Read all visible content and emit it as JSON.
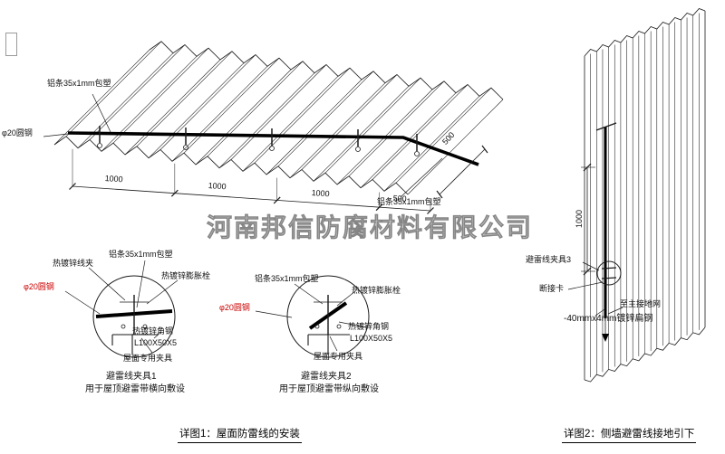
{
  "watermark": "河南邦信防腐材料有限公司",
  "colors": {
    "line_color": "#1a1a1a",
    "red_accent": "#cc0000",
    "watermark_gray": "#919191"
  },
  "roof": {
    "label_strip_top": "铝条35x1mm包塑",
    "label_round_steel": "φ20圆钢",
    "label_strip_bottom": "铝条35x1mm包塑",
    "dim_1": "1000",
    "dim_2": "1000",
    "dim_3": "1000",
    "dim_4": "500",
    "dim_right": "500"
  },
  "detail1": {
    "label_wire_clamp": "热镀锌线夹",
    "label_strip": "铝条35x1mm包塑",
    "label_expansion_bolt": "热镀锌膨胀栓",
    "label_round_steel": "φ20圆钢",
    "label_angle_steel": "热镀锌角钢",
    "label_angle_spec": "L100X50X5",
    "label_roof_clamp": "屋面专用夹具",
    "title": "避雷线夹具1",
    "subtitle": "用于屋顶避雷带横向敷设"
  },
  "detail2": {
    "label_strip": "铝条35x1mm包塑",
    "label_expansion_bolt": "热镀锌膨胀栓",
    "label_round_steel": "φ20圆钢",
    "label_angle_steel": "热镀锌角钢",
    "label_angle_spec": "L100X50X5",
    "label_roof_clamp": "屋面专用夹具",
    "title": "避雷线夹具2",
    "subtitle": "用于屋顶避雷带纵向敷设"
  },
  "wall": {
    "dim_height": "1000",
    "label_clamp3": "避雷线夹具3",
    "label_disconnect": "断接卡",
    "label_to_ground": "至主接地网",
    "label_flat_steel": "-40mmx4mm镀锌扁钢"
  },
  "captions": {
    "detail1": "详图1：屋面防雷线的安装",
    "detail2": "详图2：侧墙避雷线接地引下"
  }
}
